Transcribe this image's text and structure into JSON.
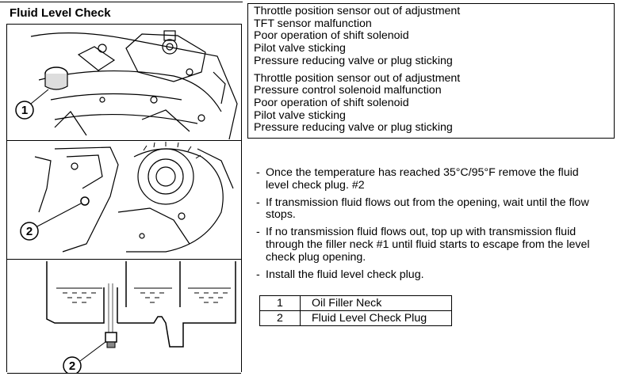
{
  "section": {
    "title": "Fluid Level Check"
  },
  "causes": [
    {
      "lines": [
        "Throttle position sensor out of adjustment",
        "TFT sensor malfunction",
        "Poor operation of shift solenoid",
        "Pilot valve sticking",
        "Pressure reducing valve or plug sticking"
      ]
    },
    {
      "lines": [
        "Throttle position sensor out of adjustment",
        "Pressure control solenoid malfunction",
        "Poor operation of shift solenoid",
        "Pilot valve sticking",
        "Pressure reducing valve or plug sticking"
      ]
    }
  ],
  "instructions": [
    {
      "dash": "-",
      "text": "Once the temperature has reached 35°C/95°F remove the fluid level check plug.  #2"
    },
    {
      "dash": "-",
      "text": "If transmission fluid flows out from the opening, wait until the flow stops."
    },
    {
      "dash": "-",
      "text": "If no transmission fluid flows out, top up with transmission fluid through the filler neck #1 until fluid starts to escape from the level check plug opening."
    },
    {
      "dash": "-",
      "text": "Install the fluid level check plug."
    }
  ],
  "legend": [
    {
      "num": "1",
      "label": "Oil Filler Neck"
    },
    {
      "num": "2",
      "label": "Fluid Level Check Plug"
    }
  ],
  "figures": {
    "fig1": {
      "callout": "1"
    },
    "fig2": {
      "callout": "2"
    },
    "fig3": {
      "callout": "2"
    }
  }
}
